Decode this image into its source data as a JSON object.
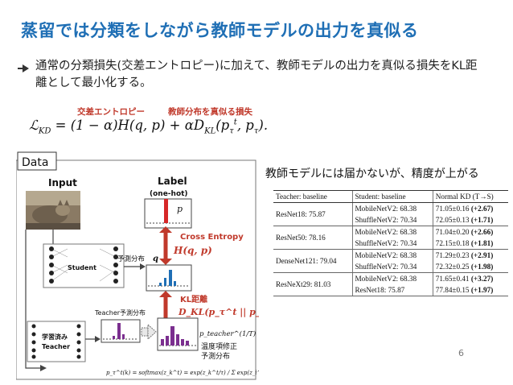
{
  "slide": {
    "title": "蒸留では分類をしながら教師モデルの出力を真似る",
    "bullet": "通常の分類損失(交差エントロピー)に加えて、教師モデルの出力を真似る損失をKL距離として最小化する。",
    "eq_label_ce": "交差エントロピー",
    "eq_label_kl": "教師分布を真似る損失",
    "headline": "教師モデルには届かないが、精度が上がる",
    "page_number": "6"
  },
  "diagram": {
    "data_label": "Data",
    "input_label": "Input",
    "label_title": "Label",
    "label_sub": "(one-hot)",
    "p_label": "p",
    "cross_entropy": "Cross Entropy",
    "h_qp": "H(q, p)",
    "student_pred": "予測分布",
    "q_label": "q",
    "student": "Student",
    "kl_label": "KL距離",
    "kl_formula": "D_KL(p_τ^t || p_τ)",
    "teacher_pred": "Teacher予測分布",
    "teacher_line1": "学習済み",
    "teacher_line2": "Teacher",
    "p_teacher": "p_teacher^(1/T)",
    "temp_line1": "温度項修正",
    "temp_line2": "予測分布",
    "softmax": "p_τ^t(k) = softmax(z_k^t) = exp(z_k^t/τ) / Σ exp(z_i^t/τ)"
  },
  "table": {
    "headers": [
      "Teacher: baseline",
      "Student: baseline",
      "Normal KD (T→S)"
    ],
    "groups": [
      {
        "teacher": "ResNet18: 75.87",
        "rows": [
          {
            "student": "MobileNetV2: 68.38",
            "kd": "71.05±0.16",
            "gain": "(+2.67)"
          },
          {
            "student": "ShuffleNetV2: 70.34",
            "kd": "72.05±0.13",
            "gain": "(+1.71)"
          }
        ]
      },
      {
        "teacher": "ResNet50: 78.16",
        "rows": [
          {
            "student": "MobileNetV2: 68.38",
            "kd": "71.04±0.20",
            "gain": "(+2.66)"
          },
          {
            "student": "ShuffleNetV2: 70.34",
            "kd": "72.15±0.18",
            "gain": "(+1.81)"
          }
        ]
      },
      {
        "teacher": "DenseNet121: 79.04",
        "rows": [
          {
            "student": "MobileNetV2: 68.38",
            "kd": "71.29±0.23",
            "gain": "(+2.91)"
          },
          {
            "student": "ShuffleNetV2: 70.34",
            "kd": "72.32±0.25",
            "gain": "(+1.98)"
          }
        ]
      },
      {
        "teacher": "ResNeXt29: 81.03",
        "rows": [
          {
            "student": "MobileNetV2: 68.38",
            "kd": "71.65±0.41",
            "gain": "(+3.27)"
          },
          {
            "student": "ResNet18:       75.87",
            "kd": "77.84±0.15",
            "gain": "(+1.97)"
          }
        ]
      }
    ]
  },
  "colors": {
    "title_blue": "#1f6fb5",
    "accent_red": "#c0392b",
    "bar_blue": "#1f6fb5",
    "bar_purple": "#7b2f8f",
    "bar_red": "#d62728"
  }
}
